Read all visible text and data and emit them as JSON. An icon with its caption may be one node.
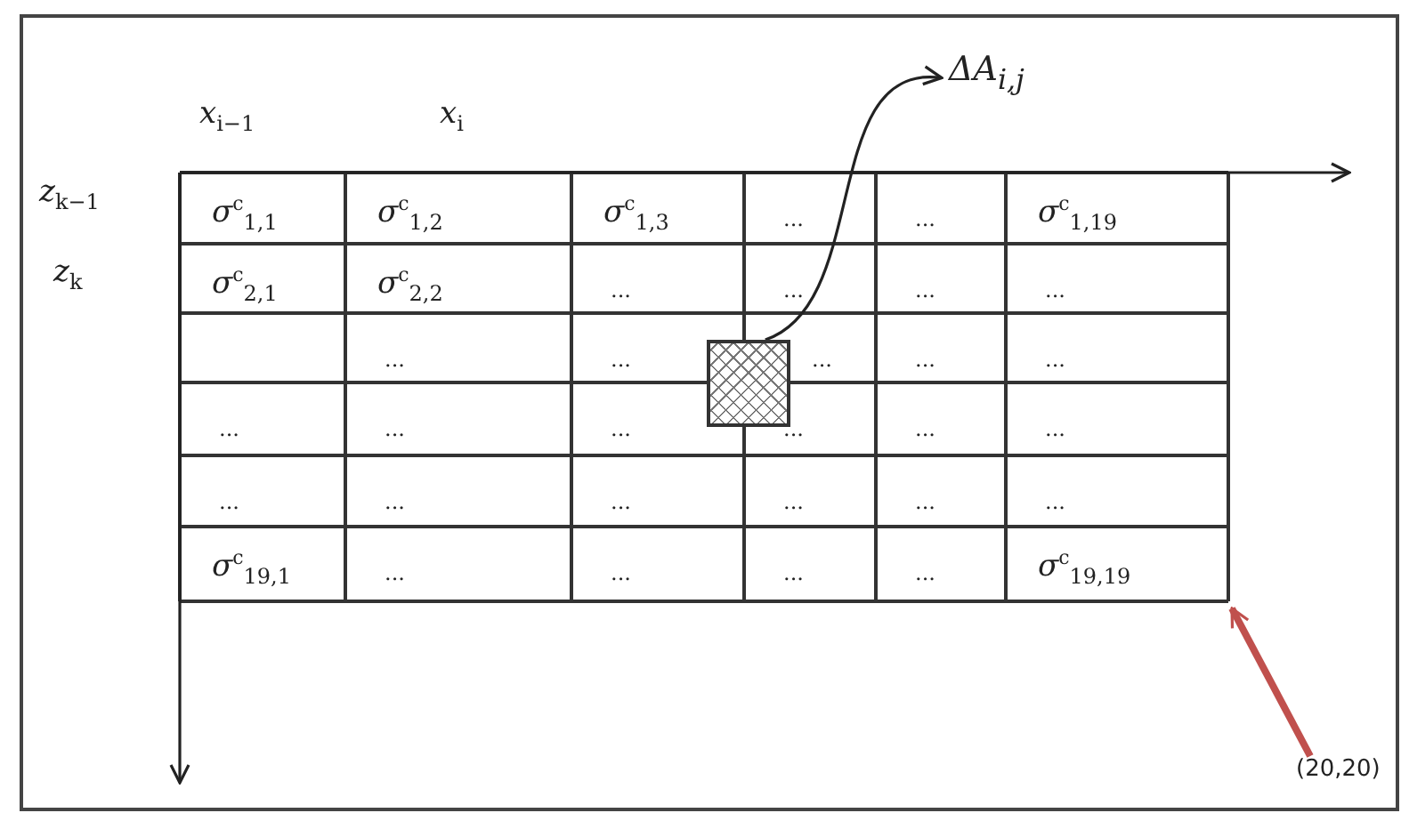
{
  "diagram": {
    "nodes": [
      {
        "text": [],
        "shape": "box"
      },
      {
        "text": [
          "ΔA$_{i,j}$"
        ]
      },
      {
        "text": [
          "(20,20)"
        ]
      }
    ],
    "edges": [
      {
        "from": 0,
        "to": 1,
        "arrow": "to"
      },
      {
        "from": 2,
        "to": null,
        "arrow": "to",
        "style": "thick",
        "color": "#c0504d"
      }
    ],
    "labels": [
      "*x*$_{i−1}$",
      "*x*$_{i}$",
      "*z*$_{k−1}$",
      "*σ*$^{c}$$_{1,1}$",
      "*σ*$^{c}$$_{1,2}$",
      "*σ*$^{c}$$_{1,3}$",
      "...",
      "...",
      "*σ*$^{c}$$_{1,19}$",
      "*z*$_{k}$",
      "*σ*$^{c}$$_{2,1}$",
      "*σ*$^{c}$$_{2,2}$",
      "...",
      "...",
      "...",
      "...",
      "...",
      "...",
      "...",
      "...",
      "...",
      "...",
      "...",
      "...",
      "...",
      "...",
      "...",
      "...",
      "...",
      "...",
      "...",
      "...",
      "...",
      "*σ*$^{c}$$_{19,1}$",
      "...",
      "...",
      "...",
      "...",
      "*σ*$^{c}$$_{19,19}$"
    ]
  }
}
